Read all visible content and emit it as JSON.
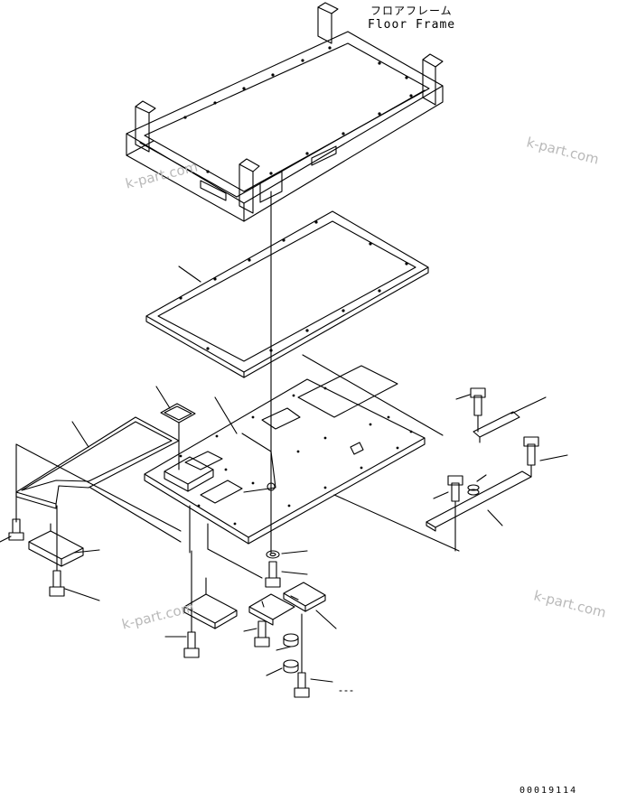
{
  "title": {
    "japanese": "フロアフレーム",
    "english": "Floor Frame"
  },
  "watermarks": [
    "k-part.com",
    "k-part.com",
    "k-part.com",
    "k-part.com"
  ],
  "drawing_code": "00019114",
  "colors": {
    "line": "#000000",
    "watermark": "#b9b9b9",
    "background": "#ffffff"
  }
}
